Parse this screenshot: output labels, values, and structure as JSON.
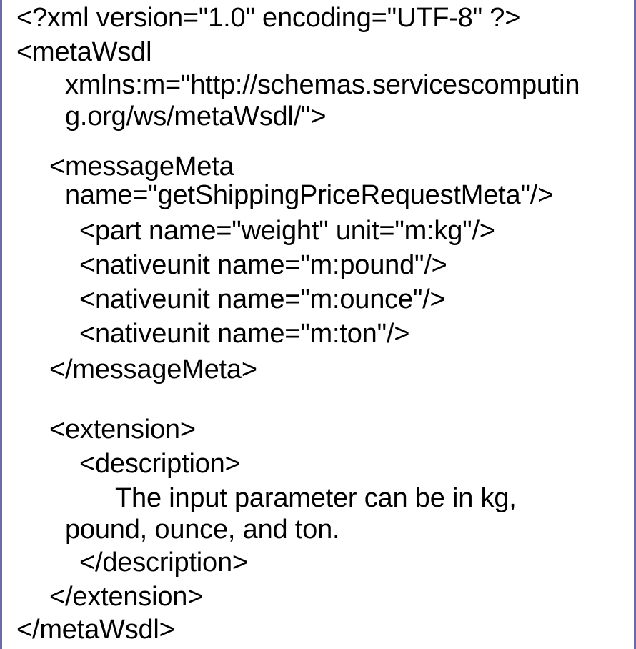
{
  "document": {
    "lines": [
      "<?xml version=\"1.0\" encoding=\"UTF-8\" ?>",
      "<metaWsdl",
      "xmlns:m=\"http://schemas.servicescomputin",
      "g.org/ws/metaWsdl/\">",
      "<messageMeta",
      "name=\"getShippingPriceRequestMeta\"/>",
      "<part name=\"weight\" unit=\"m:kg\"/>",
      "<nativeunit name=\"m:pound\"/>",
      "<nativeunit name=\"m:ounce\"/>",
      "<nativeunit name=\"m:ton\"/>",
      "</messageMeta>",
      "<extension>",
      "<description>",
      "The input parameter can be in kg,",
      "pound, ounce, and ton.",
      "</description>",
      "</extension>",
      "</metaWsdl>"
    ]
  },
  "colors": {
    "text": "#000000",
    "background": "#ffffff",
    "border": "#6d6aa8"
  }
}
